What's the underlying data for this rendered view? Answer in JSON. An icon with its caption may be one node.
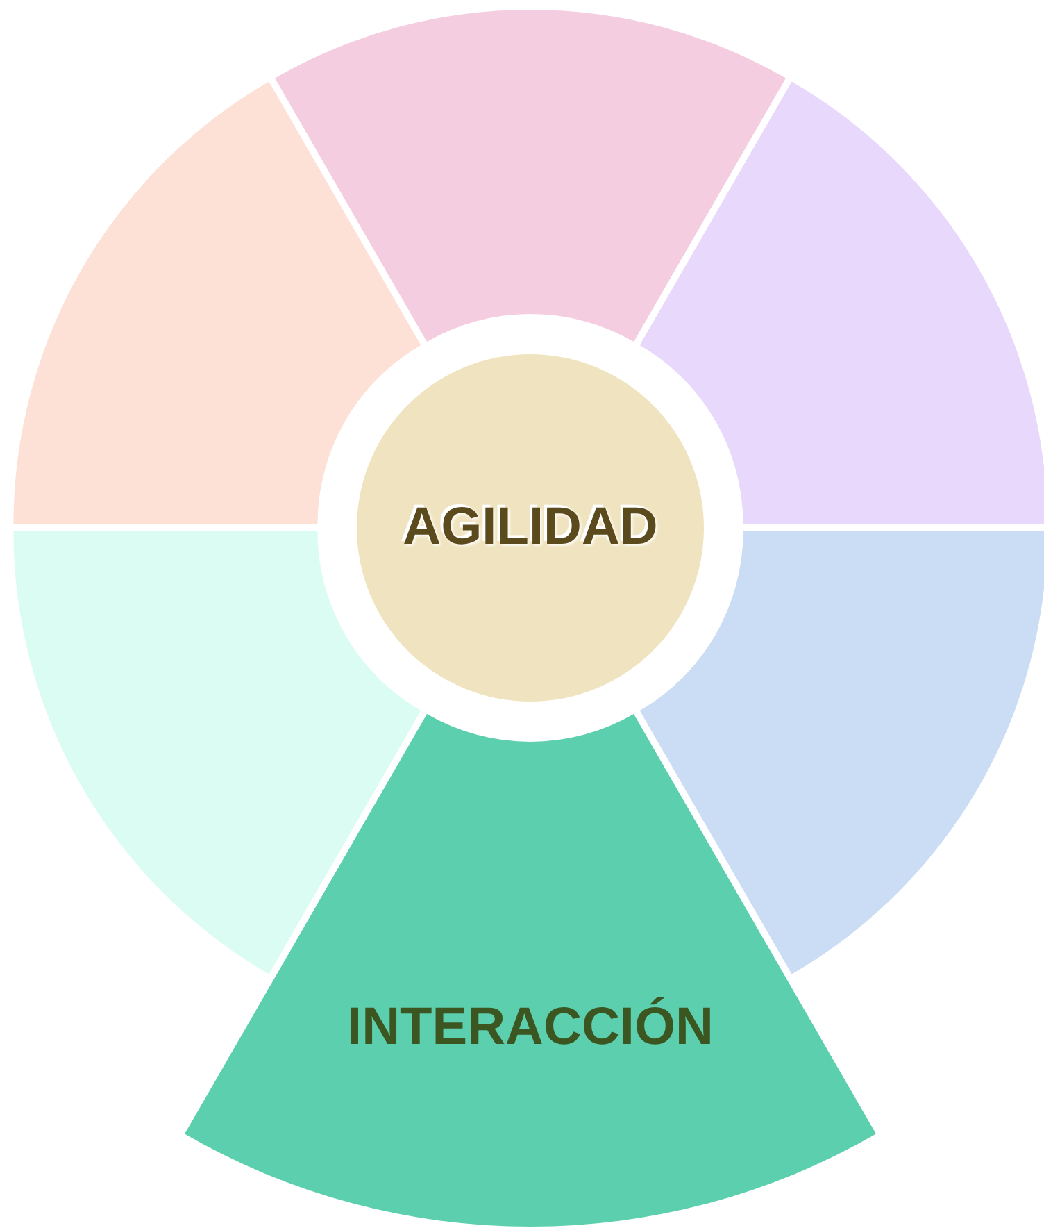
{
  "diagram": {
    "nodes": [
      {
        "text": [],
        "shape": "wedge"
      },
      {
        "text": [],
        "shape": "wedge"
      },
      {
        "text": [],
        "shape": "wedge"
      },
      {
        "text": [
          "INTERACCIÓN"
        ]
      },
      {
        "text": [],
        "shape": "wedge"
      },
      {
        "text": [],
        "shape": "wedge"
      },
      {
        "text": [
          "AGILIDAD"
        ]
      }
    ]
  }
}
